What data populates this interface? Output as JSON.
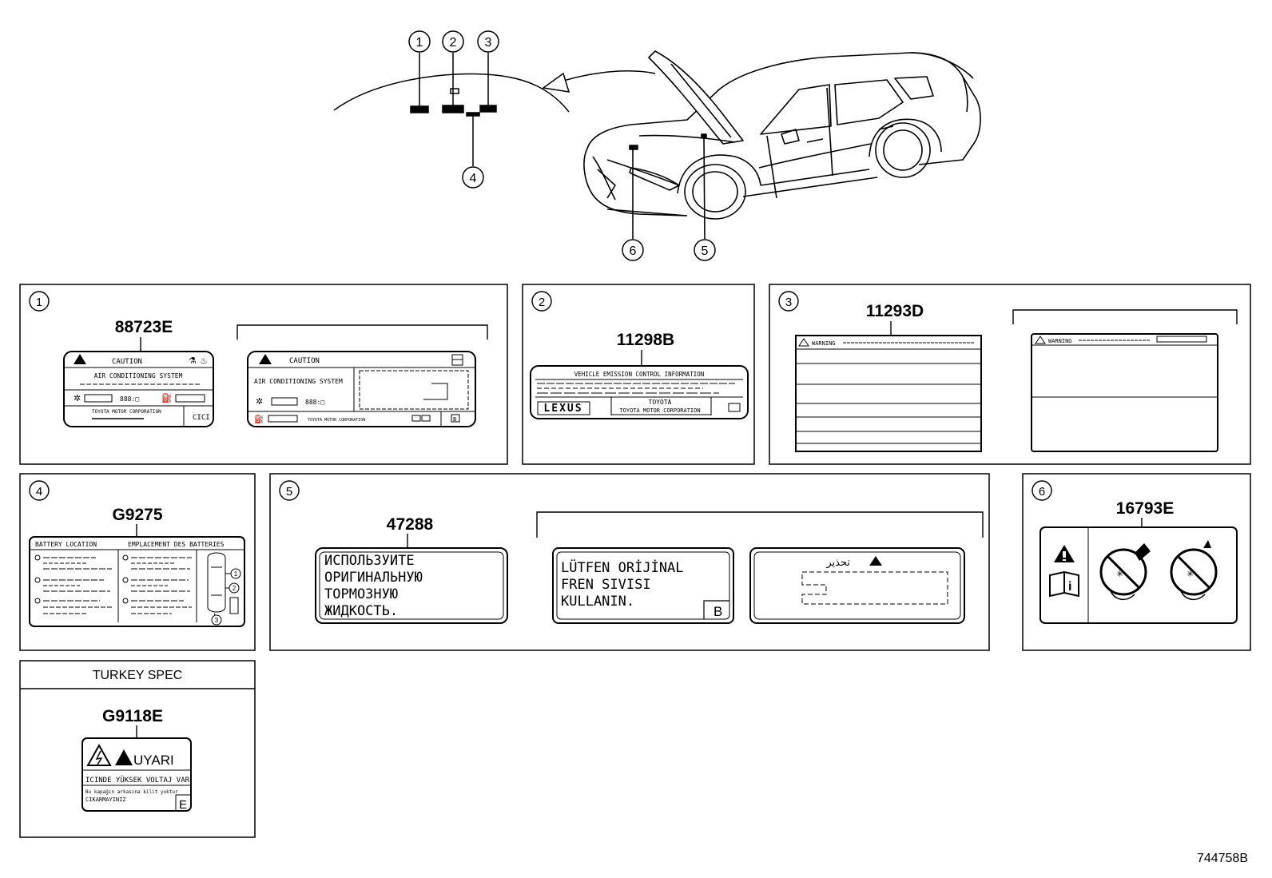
{
  "callouts": [
    "1",
    "2",
    "3",
    "4",
    "5",
    "6"
  ],
  "panels": {
    "p1": {
      "num": "1",
      "part": "88723E",
      "label_a": {
        "caution": "CAUTION",
        "system": "AIR CONDITIONING SYSTEM",
        "maker": "TOYOTA MOTOR CORPORATION",
        "code": "CICI"
      },
      "label_b": {
        "caution": "CAUTION",
        "system": "AIR CONDITIONING SYSTEM",
        "maker": "TOYOTA MOTOR CORPORATION",
        "code": "B"
      }
    },
    "p2": {
      "num": "2",
      "part": "11298B",
      "title": "VEHICLE EMISSION CONTROL INFORMATION",
      "brand": "LEXUS",
      "maker_1": "TOYOTA",
      "maker_2": "TOYOTA MOTOR CORPORATION"
    },
    "p3": {
      "num": "3",
      "part": "11293D",
      "header_a": "WARNING",
      "header_b": "WARNING"
    },
    "p4": {
      "num": "4",
      "part": "G9275",
      "title_en": "BATTERY LOCATION",
      "title_fr": "EMPLACEMENT DES BATTERIES",
      "pos": [
        "1",
        "2",
        "3"
      ]
    },
    "p5": {
      "num": "5",
      "part": "47288",
      "ru": [
        "ИСПОЛЬЗУИТЕ",
        "ОРИГИНАЛЬНУЮ",
        "ТОРМОЗНУЮ",
        "ЖИДКОСТЬ."
      ],
      "tr": [
        "LÜTFEN ORİJİNAL",
        "FREN SIVISI",
        "KULLANIN."
      ],
      "tr_code": "B",
      "ar": "تحذير"
    },
    "p6": {
      "num": "6",
      "part": "16793E"
    },
    "turkey": {
      "heading": "TURKEY SPEC",
      "part": "G9118E",
      "warn": "UYARI",
      "line1": "ICINDE YÜKSEK VOLTAJ VAR",
      "line2": "Bu kapağın arkasına kilit yoktur",
      "line3": "CIKARMAYINIZ",
      "code": "E"
    }
  },
  "drawing_id": "744758B"
}
